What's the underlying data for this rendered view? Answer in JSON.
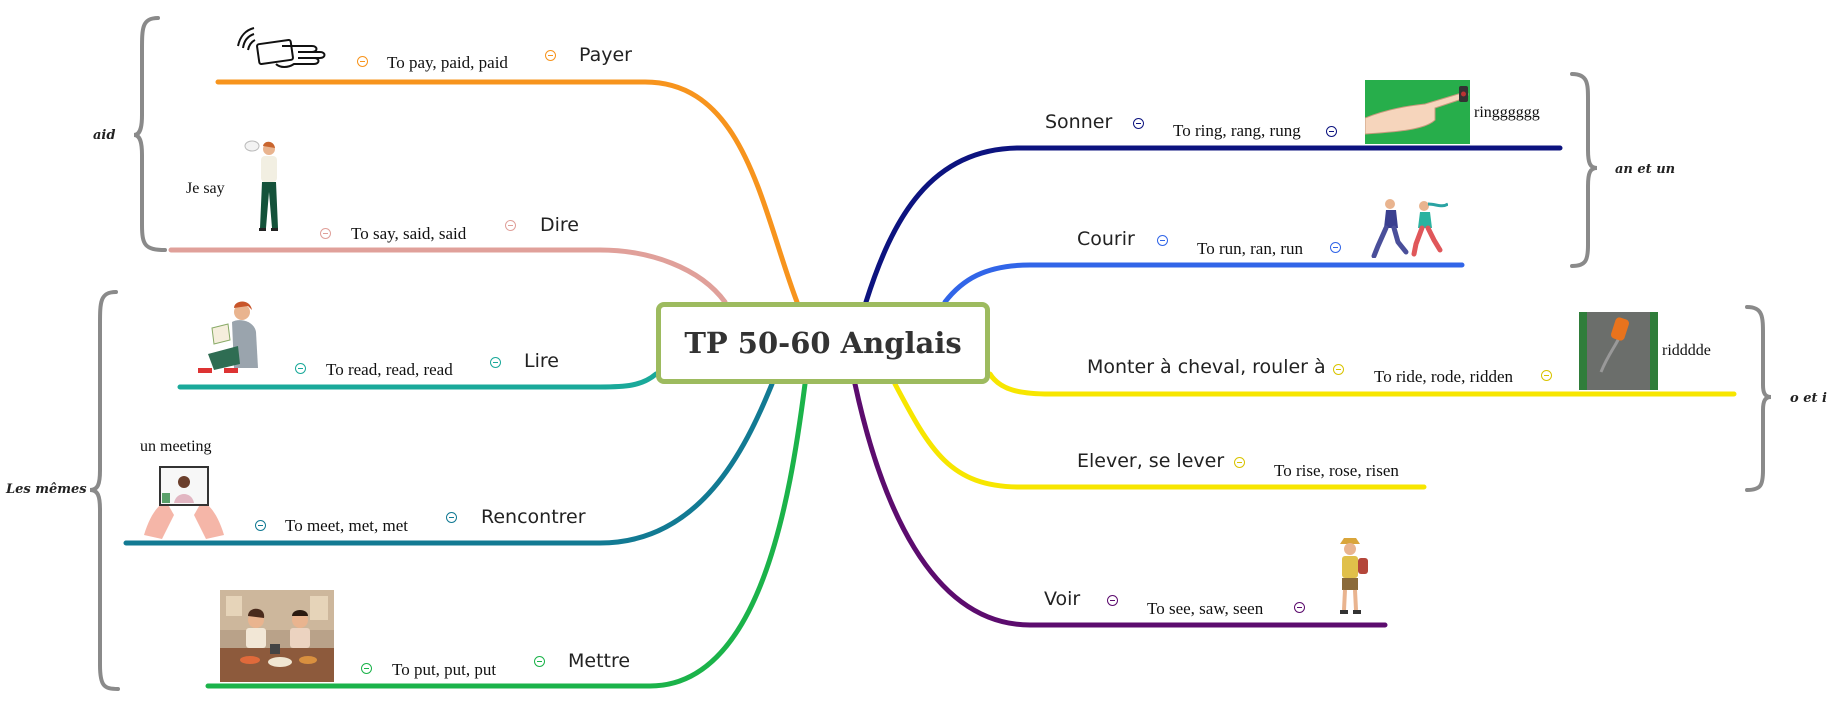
{
  "central": {
    "title": "TP 50-60 Anglais",
    "border_color": "#9dbb5f"
  },
  "branches": [
    {
      "id": "payer",
      "label": "Payer",
      "sub": "To pay, paid, paid",
      "color": "#f7941d",
      "picture": "contactless-card-payment-icon"
    },
    {
      "id": "dire",
      "label": "Dire",
      "sub": "To say, said, said",
      "color": "#e0a09a",
      "note": "Je say",
      "picture": "woman-speaking-icon"
    },
    {
      "id": "lire",
      "label": "Lire",
      "sub": "To read, read, read",
      "color": "#1aa99a",
      "picture": "person-reading-book-icon"
    },
    {
      "id": "rencontrer",
      "label": "Rencontrer",
      "sub": "To meet, met, met",
      "color": "#127a93",
      "note": "un meeting",
      "picture": "video-meeting-tablet-icon"
    },
    {
      "id": "mettre",
      "label": "Mettre",
      "sub": "To put, put, put",
      "color": "#1bb34a",
      "picture": "couple-kitchen-table-icon"
    },
    {
      "id": "sonner",
      "label": "Sonner",
      "sub": "To ring, rang, rung",
      "color": "#0c137f",
      "note": "ringggggg",
      "picture": "finger-doorbell-icon"
    },
    {
      "id": "courir",
      "label": "Courir",
      "sub": "To run, ran, run",
      "color": "#3165e8",
      "picture": "two-people-running-icon"
    },
    {
      "id": "monter",
      "label": "Monter à cheval, rouler à",
      "sub": "To ride, rode, ridden",
      "color": "#f7e600",
      "note": "ridddde",
      "picture": "car-on-road-icon"
    },
    {
      "id": "elever",
      "label": "Elever, se lever",
      "sub": "To rise, rose, risen",
      "color": "#f7e600"
    },
    {
      "id": "voir",
      "label": "Voir",
      "sub": "To see, saw, seen",
      "color": "#5c0c6e",
      "picture": "hiker-with-camera-icon"
    }
  ],
  "groups": [
    {
      "label": "aid"
    },
    {
      "label": "Les mêmes"
    },
    {
      "label": "an et un"
    },
    {
      "label": "o et i"
    }
  ]
}
